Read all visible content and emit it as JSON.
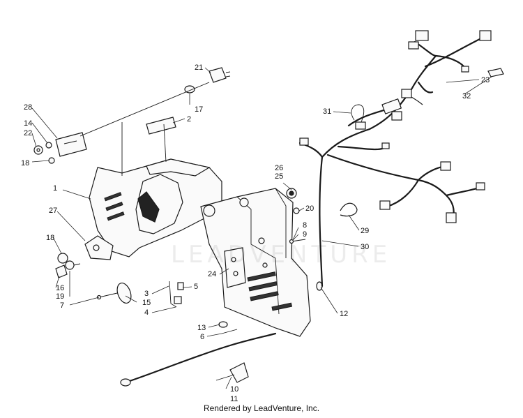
{
  "watermark": "LEADVENTURE",
  "footer": "Rendered by LeadVenture, Inc.",
  "callouts": [
    "1",
    "2",
    "3",
    "4",
    "5",
    "6",
    "7",
    "8",
    "9",
    "10",
    "11",
    "12",
    "13",
    "14",
    "15",
    "16",
    "17",
    "18",
    "18",
    "19",
    "20",
    "21",
    "22",
    "23",
    "24",
    "25",
    "26",
    "27",
    "28",
    "29",
    "30",
    "31",
    "32"
  ]
}
